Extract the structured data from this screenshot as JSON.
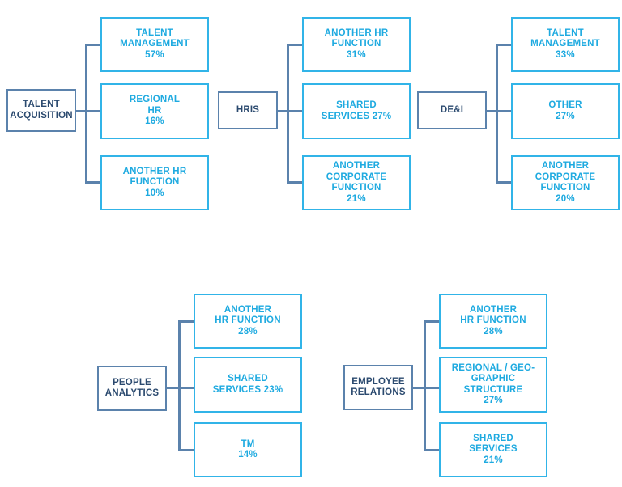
{
  "diagram": {
    "type": "org-hierarchy-tree",
    "title": "",
    "colors": {
      "parent_border": "#5b82ac",
      "parent_text": "#2b4a6f",
      "child_border": "#31b4e8",
      "child_text": "#1eaae0",
      "connector": "#5b82ac",
      "background": "#ffffff"
    },
    "groups": [
      {
        "id": "talent-acquisition",
        "parent": {
          "label": "TALENT\nACQUISITION"
        },
        "children": [
          {
            "label": "TALENT\nMANAGEMENT",
            "value": "57%"
          },
          {
            "label": "REGIONAL\nHR",
            "value": "16%"
          },
          {
            "label": "ANOTHER HR\nFUNCTION",
            "value": "10%"
          }
        ]
      },
      {
        "id": "hris",
        "parent": {
          "label": "HRIS"
        },
        "children": [
          {
            "label": "ANOTHER HR\nFUNCTION",
            "value": "31%"
          },
          {
            "label": "SHARED\nSERVICES 27%",
            "value": ""
          },
          {
            "label": "ANOTHER\nCORPORATE FUNCTION",
            "value": "21%"
          }
        ]
      },
      {
        "id": "dei",
        "parent": {
          "label": "DE&I"
        },
        "children": [
          {
            "label": "TALENT\nMANAGEMENT",
            "value": "33%"
          },
          {
            "label": "OTHER",
            "value": "27%"
          },
          {
            "label": "ANOTHER\nCORPORATE FUNCTION",
            "value": "20%"
          }
        ]
      },
      {
        "id": "people-analytics",
        "parent": {
          "label": "PEOPLE\nANALYTICS"
        },
        "children": [
          {
            "label": "ANOTHER\nHR FUNCTION",
            "value": "28%"
          },
          {
            "label": "SHARED\nSERVICES 23%",
            "value": ""
          },
          {
            "label": "TM",
            "value": "14%"
          }
        ]
      },
      {
        "id": "employee-relations",
        "parent": {
          "label": "EMPLOYEE\nRELATIONS"
        },
        "children": [
          {
            "label": "ANOTHER\nHR FUNCTION",
            "value": "28%"
          },
          {
            "label": "REGIONAL / GEO-\nGRAPHIC STRUCTURE",
            "value": "27%"
          },
          {
            "label": "SHARED\nSERVICES",
            "value": "21%"
          }
        ]
      }
    ]
  }
}
